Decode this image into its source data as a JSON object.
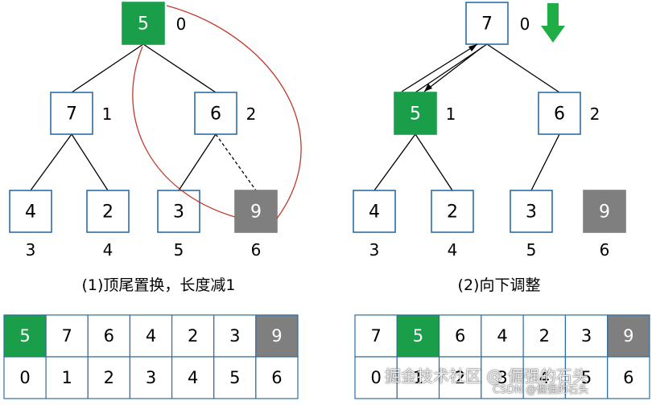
{
  "colors": {
    "node_border": "#2e6da4",
    "highlight": "#1a9e4a",
    "inactive": "#7f7f7f",
    "curve": "#c0392b",
    "arrow_green": "#1fae45",
    "edge": "#000000",
    "cell_border": "#2e6da4"
  },
  "panels": [
    {
      "caption": "(1)顶尾置换，长度减1",
      "nodes": [
        {
          "value": "5",
          "index": "0",
          "state": "highlight"
        },
        {
          "value": "7",
          "index": "1",
          "state": "normal"
        },
        {
          "value": "6",
          "index": "2",
          "state": "normal"
        },
        {
          "value": "4",
          "index": "3",
          "state": "normal"
        },
        {
          "value": "2",
          "index": "4",
          "state": "normal"
        },
        {
          "value": "3",
          "index": "5",
          "state": "normal"
        },
        {
          "value": "9",
          "index": "6",
          "state": "inactive"
        }
      ],
      "array_values": [
        "5",
        "7",
        "6",
        "4",
        "2",
        "3",
        "9"
      ],
      "array_indices": [
        "0",
        "1",
        "2",
        "3",
        "4",
        "5",
        "6"
      ],
      "array_states": [
        "highlight",
        "normal",
        "normal",
        "normal",
        "normal",
        "normal",
        "inactive"
      ]
    },
    {
      "caption": "(2)向下调整",
      "nodes": [
        {
          "value": "7",
          "index": "0",
          "state": "normal"
        },
        {
          "value": "5",
          "index": "1",
          "state": "highlight"
        },
        {
          "value": "6",
          "index": "2",
          "state": "normal"
        },
        {
          "value": "4",
          "index": "3",
          "state": "normal"
        },
        {
          "value": "2",
          "index": "4",
          "state": "normal"
        },
        {
          "value": "3",
          "index": "5",
          "state": "normal"
        },
        {
          "value": "9",
          "index": "6",
          "state": "inactive"
        }
      ],
      "array_values": [
        "7",
        "5",
        "6",
        "4",
        "2",
        "3",
        "9"
      ],
      "array_indices": [
        "0",
        "1",
        "2",
        "3",
        "4",
        "5",
        "6"
      ],
      "array_states": [
        "normal",
        "highlight",
        "normal",
        "normal",
        "normal",
        "normal",
        "inactive"
      ]
    }
  ],
  "watermark": {
    "primary": "掘金技术社区 @ 倔强的石头",
    "secondary": "CSDN @倔强的石头"
  }
}
